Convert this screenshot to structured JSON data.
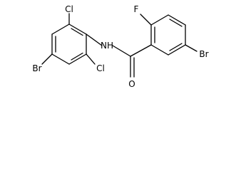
{
  "molecule": {
    "atoms": {
      "f": "F",
      "cl_top": "Cl",
      "cl_bottom": "Cl",
      "nh": "NH",
      "o": "O",
      "br_left": "Br",
      "br_right": "Br"
    },
    "colors": {
      "bond": "#000000",
      "label": "#000000",
      "background": "#ffffff"
    }
  }
}
